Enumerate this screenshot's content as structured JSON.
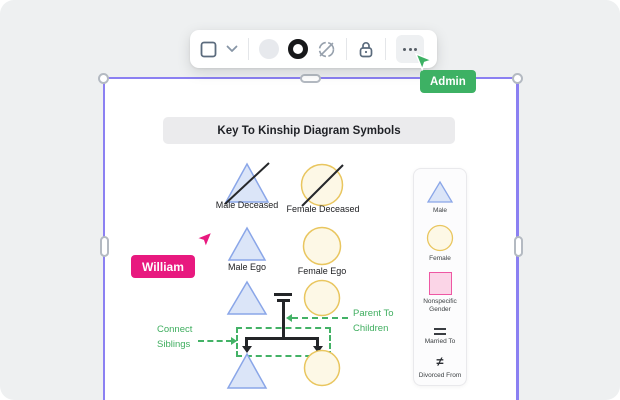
{
  "toolbar": {
    "shape_icon": "rounded-square-outline",
    "dropdown_icon": "chevron-down",
    "fill_swatch_color": "#e7e9ed",
    "stroke_swatch_color": "#17181a",
    "no_color_icon": "circle-slash",
    "lock_icon": "padlock",
    "more_icon": "ellipsis"
  },
  "collaborators": [
    {
      "name": "Admin",
      "color": "#3db164"
    },
    {
      "name": "William",
      "color": "#e8197f"
    }
  ],
  "canvas": {
    "title": "Key To Kinship Diagram Symbols",
    "symbols": [
      {
        "shape": "triangle-slashed",
        "label": "Male Deceased"
      },
      {
        "shape": "circle-slashed",
        "label": "Female Deceased"
      },
      {
        "shape": "triangle",
        "label": "Male Ego"
      },
      {
        "shape": "circle",
        "label": "Female Ego"
      }
    ],
    "annotations": [
      {
        "text": "Parent To Children"
      },
      {
        "text": "Connect Siblings"
      }
    ]
  },
  "legend": {
    "items": [
      {
        "symbol": "triangle",
        "label": "Male"
      },
      {
        "symbol": "circle",
        "label": "Female"
      },
      {
        "symbol": "pink-square",
        "label": "Nonspecific Gender"
      },
      {
        "symbol": "equals",
        "label": "Married To"
      },
      {
        "symbol": "not-equal",
        "glyph": "≠",
        "label": "Divorced From"
      }
    ]
  },
  "colors": {
    "selection": "#8b80f2",
    "male_fill": "#dbe5f8",
    "male_stroke": "#8aa6e8",
    "female_fill": "#fdf8e6",
    "female_stroke": "#e9c65f",
    "nonspecific_fill": "#fbd5e7",
    "nonspecific_stroke": "#ee57a3",
    "annotation_green": "#3fae5f",
    "background": "#eef0f1"
  }
}
